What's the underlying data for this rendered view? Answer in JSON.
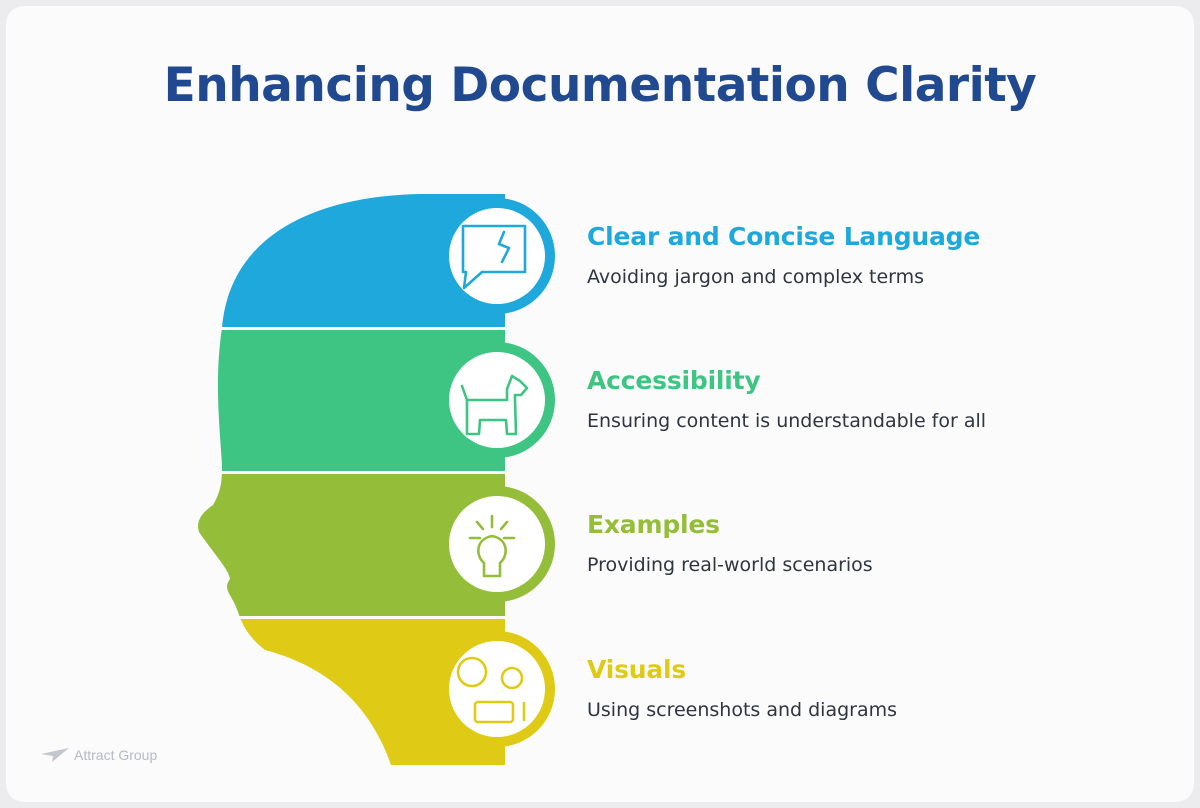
{
  "title": "Enhancing Documentation Clarity",
  "colors": {
    "title": "#21498f",
    "segment_1": "#1fa8dc",
    "segment_2": "#3ec583",
    "segment_3": "#94bd3a",
    "segment_4": "#dfcb16",
    "description_text": "#2f3540",
    "watermark": "#b7bac2"
  },
  "items": [
    {
      "heading": "Clear and Concise Language",
      "description": "Avoiding jargon and complex terms",
      "icon": "speech-bubble-icon",
      "color": "#1fa8dc"
    },
    {
      "heading": "Accessibility",
      "description": "Ensuring content is understandable for all",
      "icon": "dog-icon",
      "color": "#3ec583"
    },
    {
      "heading": "Examples",
      "description": "Providing real-world scenarios",
      "icon": "lightbulb-icon",
      "color": "#94bd3a"
    },
    {
      "heading": "Visuals",
      "description": "Using screenshots and diagrams",
      "icon": "shapes-icon",
      "color": "#dfcb16"
    }
  ],
  "watermark": {
    "text": "Attract Group",
    "icon": "paper-plane-logo-icon"
  }
}
